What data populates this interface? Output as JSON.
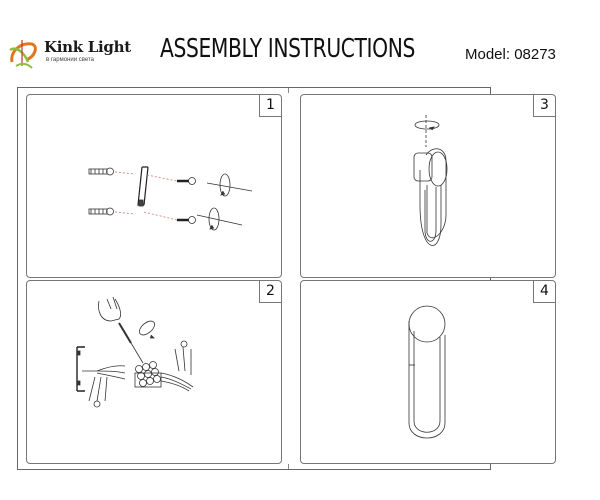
{
  "header": {
    "brand": {
      "name": "Kink Light",
      "tagline": "в гармонии света",
      "logo_icon": "kink-light-swirl-logo-icon",
      "logo_colors": [
        "#e3751c",
        "#8cbf3f",
        "#c0392b"
      ]
    },
    "title": "ASSEMBLY INSTRUCTIONS",
    "model_label": "Model: 08273"
  },
  "steps": [
    {
      "number": "1",
      "illustration": "wall-bracket-mounting-with-anchors-and-screws"
    },
    {
      "number": "2",
      "illustration": "wiring-connection-with-screwdriver-and-terminal-block"
    },
    {
      "number": "3",
      "illustration": "attach-lamp-body-and-tighten-screw"
    },
    {
      "number": "4",
      "illustration": "assembled-wall-lamp-front-view"
    }
  ]
}
